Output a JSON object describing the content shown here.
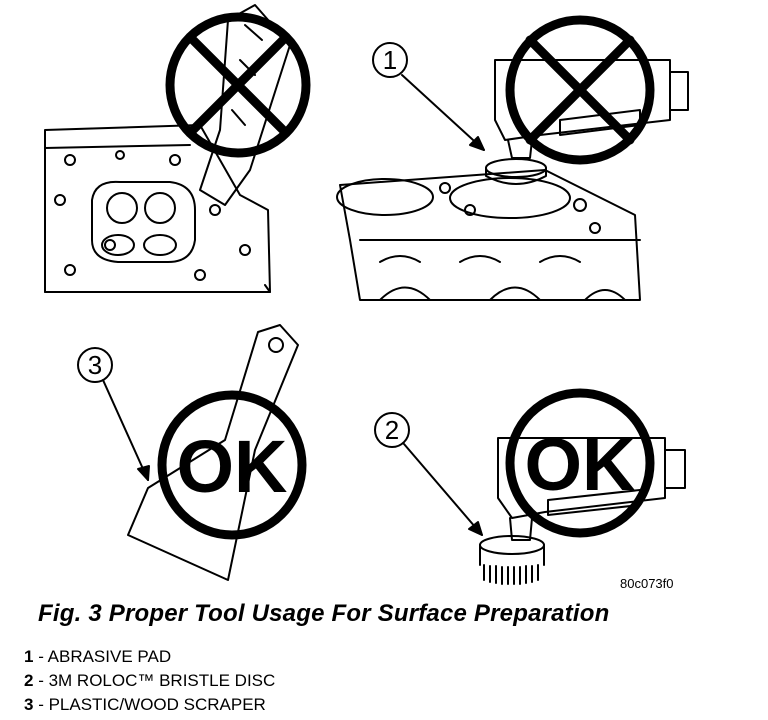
{
  "figure": {
    "id_label": "80c073f0",
    "caption": "Fig. 3 Proper Tool Usage For Surface Preparation",
    "ok_label": "OK",
    "callouts": [
      {
        "num": "1",
        "desc": "ABRASIVE PAD"
      },
      {
        "num": "2",
        "desc": "3M ROLOC™ BRISTLE DISC"
      },
      {
        "num": "3",
        "desc": "PLASTIC/WOOD SCRAPER"
      }
    ]
  }
}
